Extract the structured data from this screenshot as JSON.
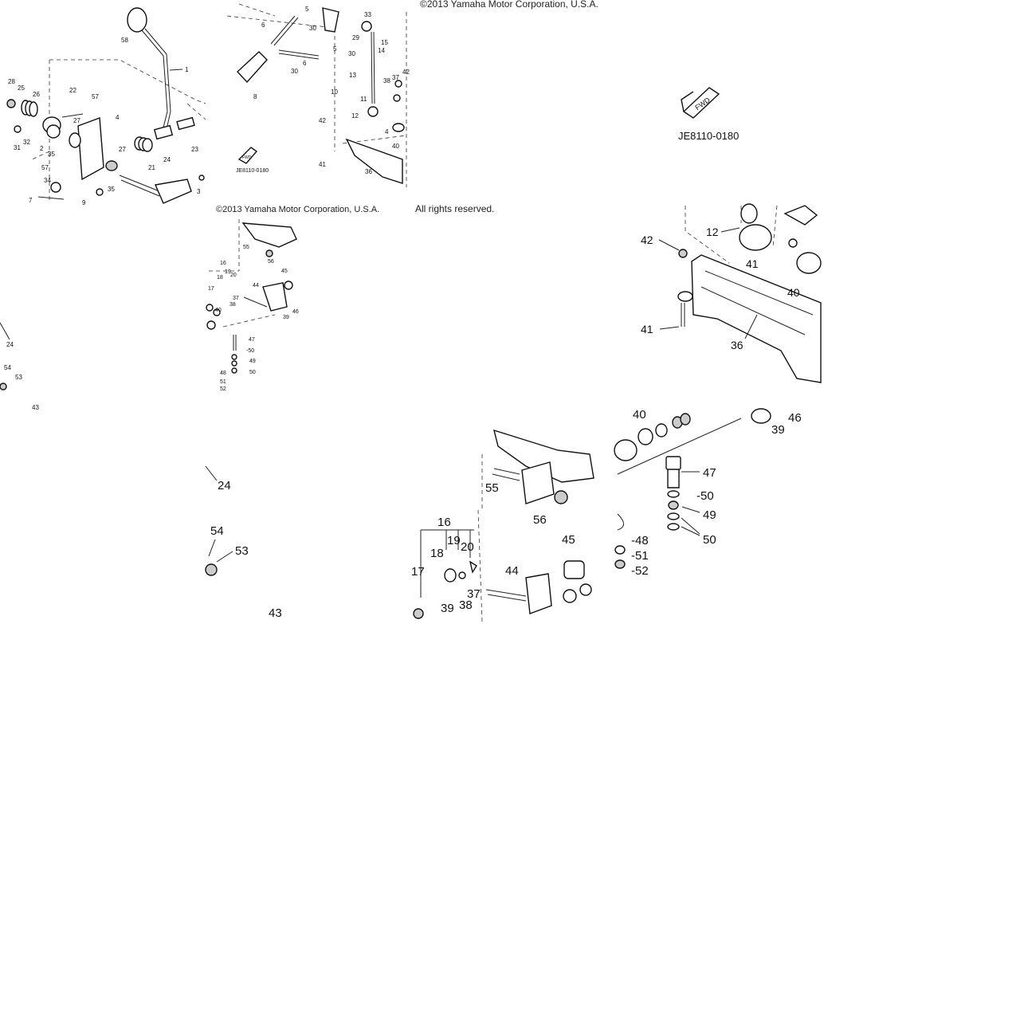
{
  "copyright_top": "©2013 Yamaha Motor Corporation, U.S.A.",
  "copyright_mid": "All rights reserved.",
  "diagram_code": "JE8110-0180",
  "fwd_label": "FWD",
  "tile1_labels": {
    "l58": "58",
    "l1": "1",
    "l28": "28",
    "l25": "25",
    "l26": "26",
    "l22": "22",
    "l57a": "57",
    "l4": "4",
    "l27a": "27",
    "l31": "31",
    "l32": "32",
    "l2": "2",
    "l35a": "35",
    "l21": "21",
    "l24": "24",
    "l23": "23",
    "l27b": "27",
    "l57b": "57",
    "l34": "34",
    "l35b": "35",
    "l7": "7",
    "l9": "9",
    "l3": "3"
  },
  "tile2_labels": {
    "l6a": "6",
    "l30a": "30",
    "l5a": "5",
    "l33": "33",
    "l29": "29",
    "l30b": "30",
    "l15": "15",
    "l14": "14",
    "l5b": "5",
    "l6b": "6",
    "l30c": "30",
    "l8": "8",
    "l42": "42",
    "l13": "13",
    "l38": "38",
    "l37": "37",
    "l10": "10",
    "l11": "11",
    "l12": "12",
    "l4": "4",
    "l42b": "42",
    "l40": "40",
    "l41": "41",
    "l36": "36"
  },
  "tile3_labels": {
    "l12": "12",
    "l42": "42",
    "l41a": "41",
    "l40": "40",
    "l41b": "41",
    "l36": "36"
  },
  "tile4_labels": {
    "l55": "55",
    "l56": "56",
    "l16": "16",
    "l19": "19",
    "l20": "20",
    "l18": "18",
    "l17": "17",
    "l44": "44",
    "l45": "45",
    "l37": "37",
    "l38": "38",
    "l39": "39",
    "l40": "40",
    "l46": "46",
    "l47": "47",
    "l50a": "-50",
    "l49": "49",
    "l50b": "50",
    "l48": "48",
    "l51": "51",
    "l52": "52"
  },
  "tile5_labels": {
    "l24": "24",
    "l54": "54",
    "l53": "53",
    "l43": "43"
  },
  "tile6_labels": {
    "l55": "55",
    "l56": "56",
    "l16": "16",
    "l19": "19",
    "l20": "20",
    "l18": "18",
    "l17": "17",
    "l45": "45",
    "l44": "44",
    "l37": "37",
    "l38": "38",
    "l39": "39"
  },
  "tile7_labels": {
    "l40": "40",
    "l46": "46",
    "l39": "39",
    "l47": "47",
    "l50a": "-50",
    "l49": "49",
    "l50b": "50",
    "l48": "-48",
    "l51": "-51",
    "l52": "-52"
  },
  "left_strip": {
    "l24": "24",
    "l54": "54",
    "l53": "53",
    "l43": "43"
  }
}
